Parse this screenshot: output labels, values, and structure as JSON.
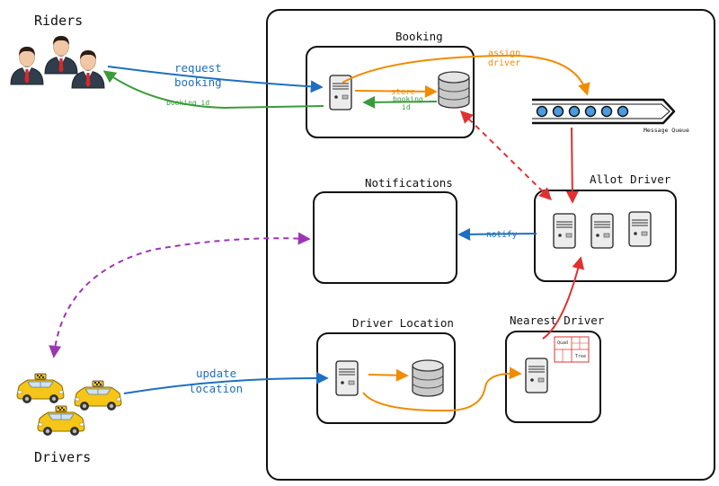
{
  "actors": {
    "riders": "Riders",
    "drivers": "Drivers"
  },
  "boxes": {
    "booking": "Booking",
    "notifications": "Notifications",
    "allot_driver": "Allot Driver",
    "driver_location": "Driver Location",
    "nearest_driver": "Nearest Driver"
  },
  "queue": {
    "label": "Message Queue"
  },
  "quad_tree": {
    "quad": "Quad",
    "tree": "Tree"
  },
  "edges": {
    "request_booking_1": "request",
    "request_booking_2": "booking",
    "booking_id": "booking id",
    "assign_driver_1": "assign",
    "assign_driver_2": "driver",
    "store": "store",
    "booking_id_inner_1": "booking",
    "booking_id_inner_2": "id",
    "notify": "notify",
    "update_location_1": "update",
    "update_location_2": "location"
  },
  "colors": {
    "blue": "#1e6fc0",
    "green": "#3a9b3a",
    "orange": "#f08c00",
    "red": "#e03131",
    "purple": "#9c36b5",
    "server": "#e8e8e8",
    "database": "#c9c9c9",
    "queue_dot": "#4a9be0",
    "taxi": "#f5c518"
  },
  "icons": {
    "rider": "person-icon",
    "driver": "taxi-icon",
    "server": "server-icon",
    "database": "database-icon",
    "queue": "message-queue-icon",
    "quad_tree": "quad-tree-icon"
  }
}
